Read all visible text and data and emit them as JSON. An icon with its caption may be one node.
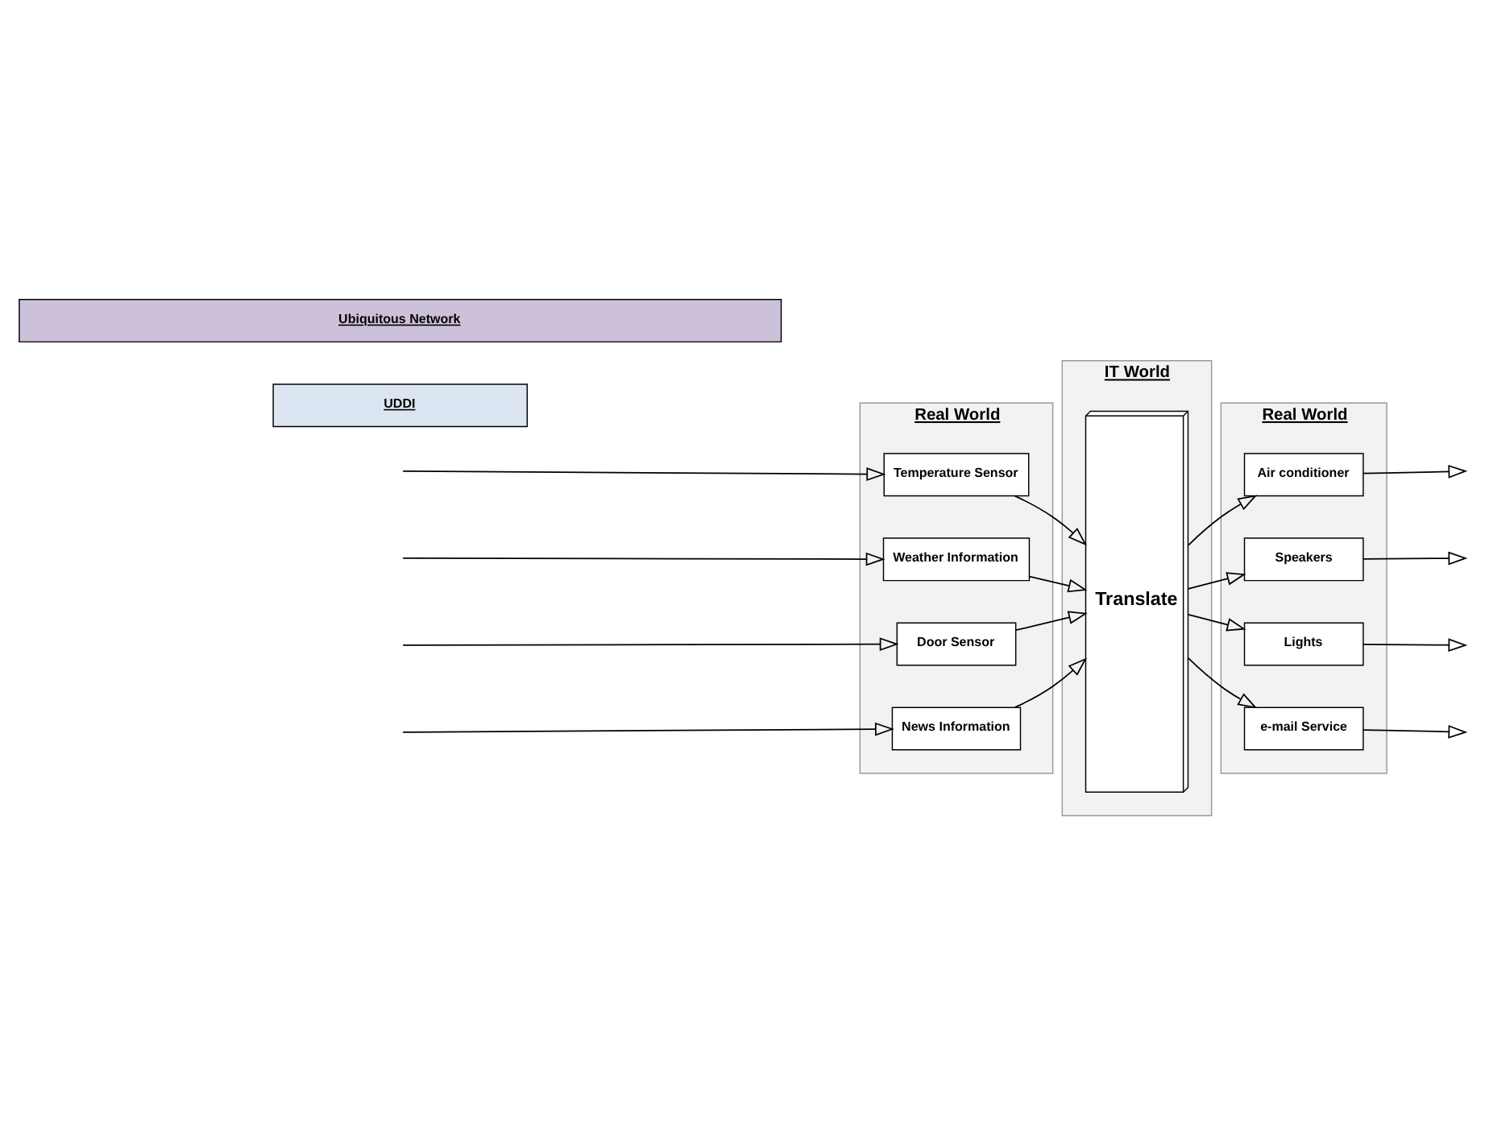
{
  "diagram": {
    "nodes": [
      {
        "text": [
          "Real World"
        ]
      },
      {
        "text": [
          "Temperature Sensor"
        ],
        "in": 0
      },
      {
        "text": [
          "Weather Information"
        ],
        "in": 0
      },
      {
        "text": [
          "Door Sensor"
        ],
        "in": 0
      },
      {
        "text": [
          "News Information"
        ],
        "in": 0
      },
      {
        "text": [
          "IT World"
        ]
      },
      {
        "text": [
          "Translate"
        ],
        "in": 5
      },
      {
        "text": [
          "Real World"
        ]
      },
      {
        "text": [
          "Air conditioner"
        ],
        "in": 7
      },
      {
        "text": [
          "Speakers"
        ],
        "in": 7
      },
      {
        "text": [
          "Lights"
        ],
        "in": 7
      },
      {
        "text": [
          "e-mail Service"
        ],
        "in": 7
      },
      {
        "text": [
          "UDDI"
        ]
      },
      {
        "text": [
          "Ubiquitous Network"
        ]
      }
    ],
    "edges": [
      {
        "from": null,
        "to": 1,
        "arrow": "to"
      },
      {
        "from": null,
        "to": 2,
        "arrow": "to"
      },
      {
        "from": null,
        "to": 3,
        "arrow": "to"
      },
      {
        "from": null,
        "to": 4,
        "arrow": "to"
      },
      {
        "from": 1,
        "to": 6,
        "arrow": "to"
      },
      {
        "from": 2,
        "to": 6,
        "arrow": "to"
      },
      {
        "from": 3,
        "to": 6,
        "arrow": "to"
      },
      {
        "from": 4,
        "to": 6,
        "arrow": "to"
      },
      {
        "from": 6,
        "to": 8,
        "arrow": "to"
      },
      {
        "from": 6,
        "to": 9,
        "arrow": "to"
      },
      {
        "from": 6,
        "to": 10,
        "arrow": "to"
      },
      {
        "from": 6,
        "to": 11,
        "arrow": "to"
      },
      {
        "from": 8,
        "to": null,
        "arrow": "to"
      },
      {
        "from": 9,
        "to": null,
        "arrow": "to"
      },
      {
        "from": 10,
        "to": null,
        "arrow": "to"
      },
      {
        "from": 11,
        "to": null,
        "arrow": "to"
      }
    ]
  }
}
